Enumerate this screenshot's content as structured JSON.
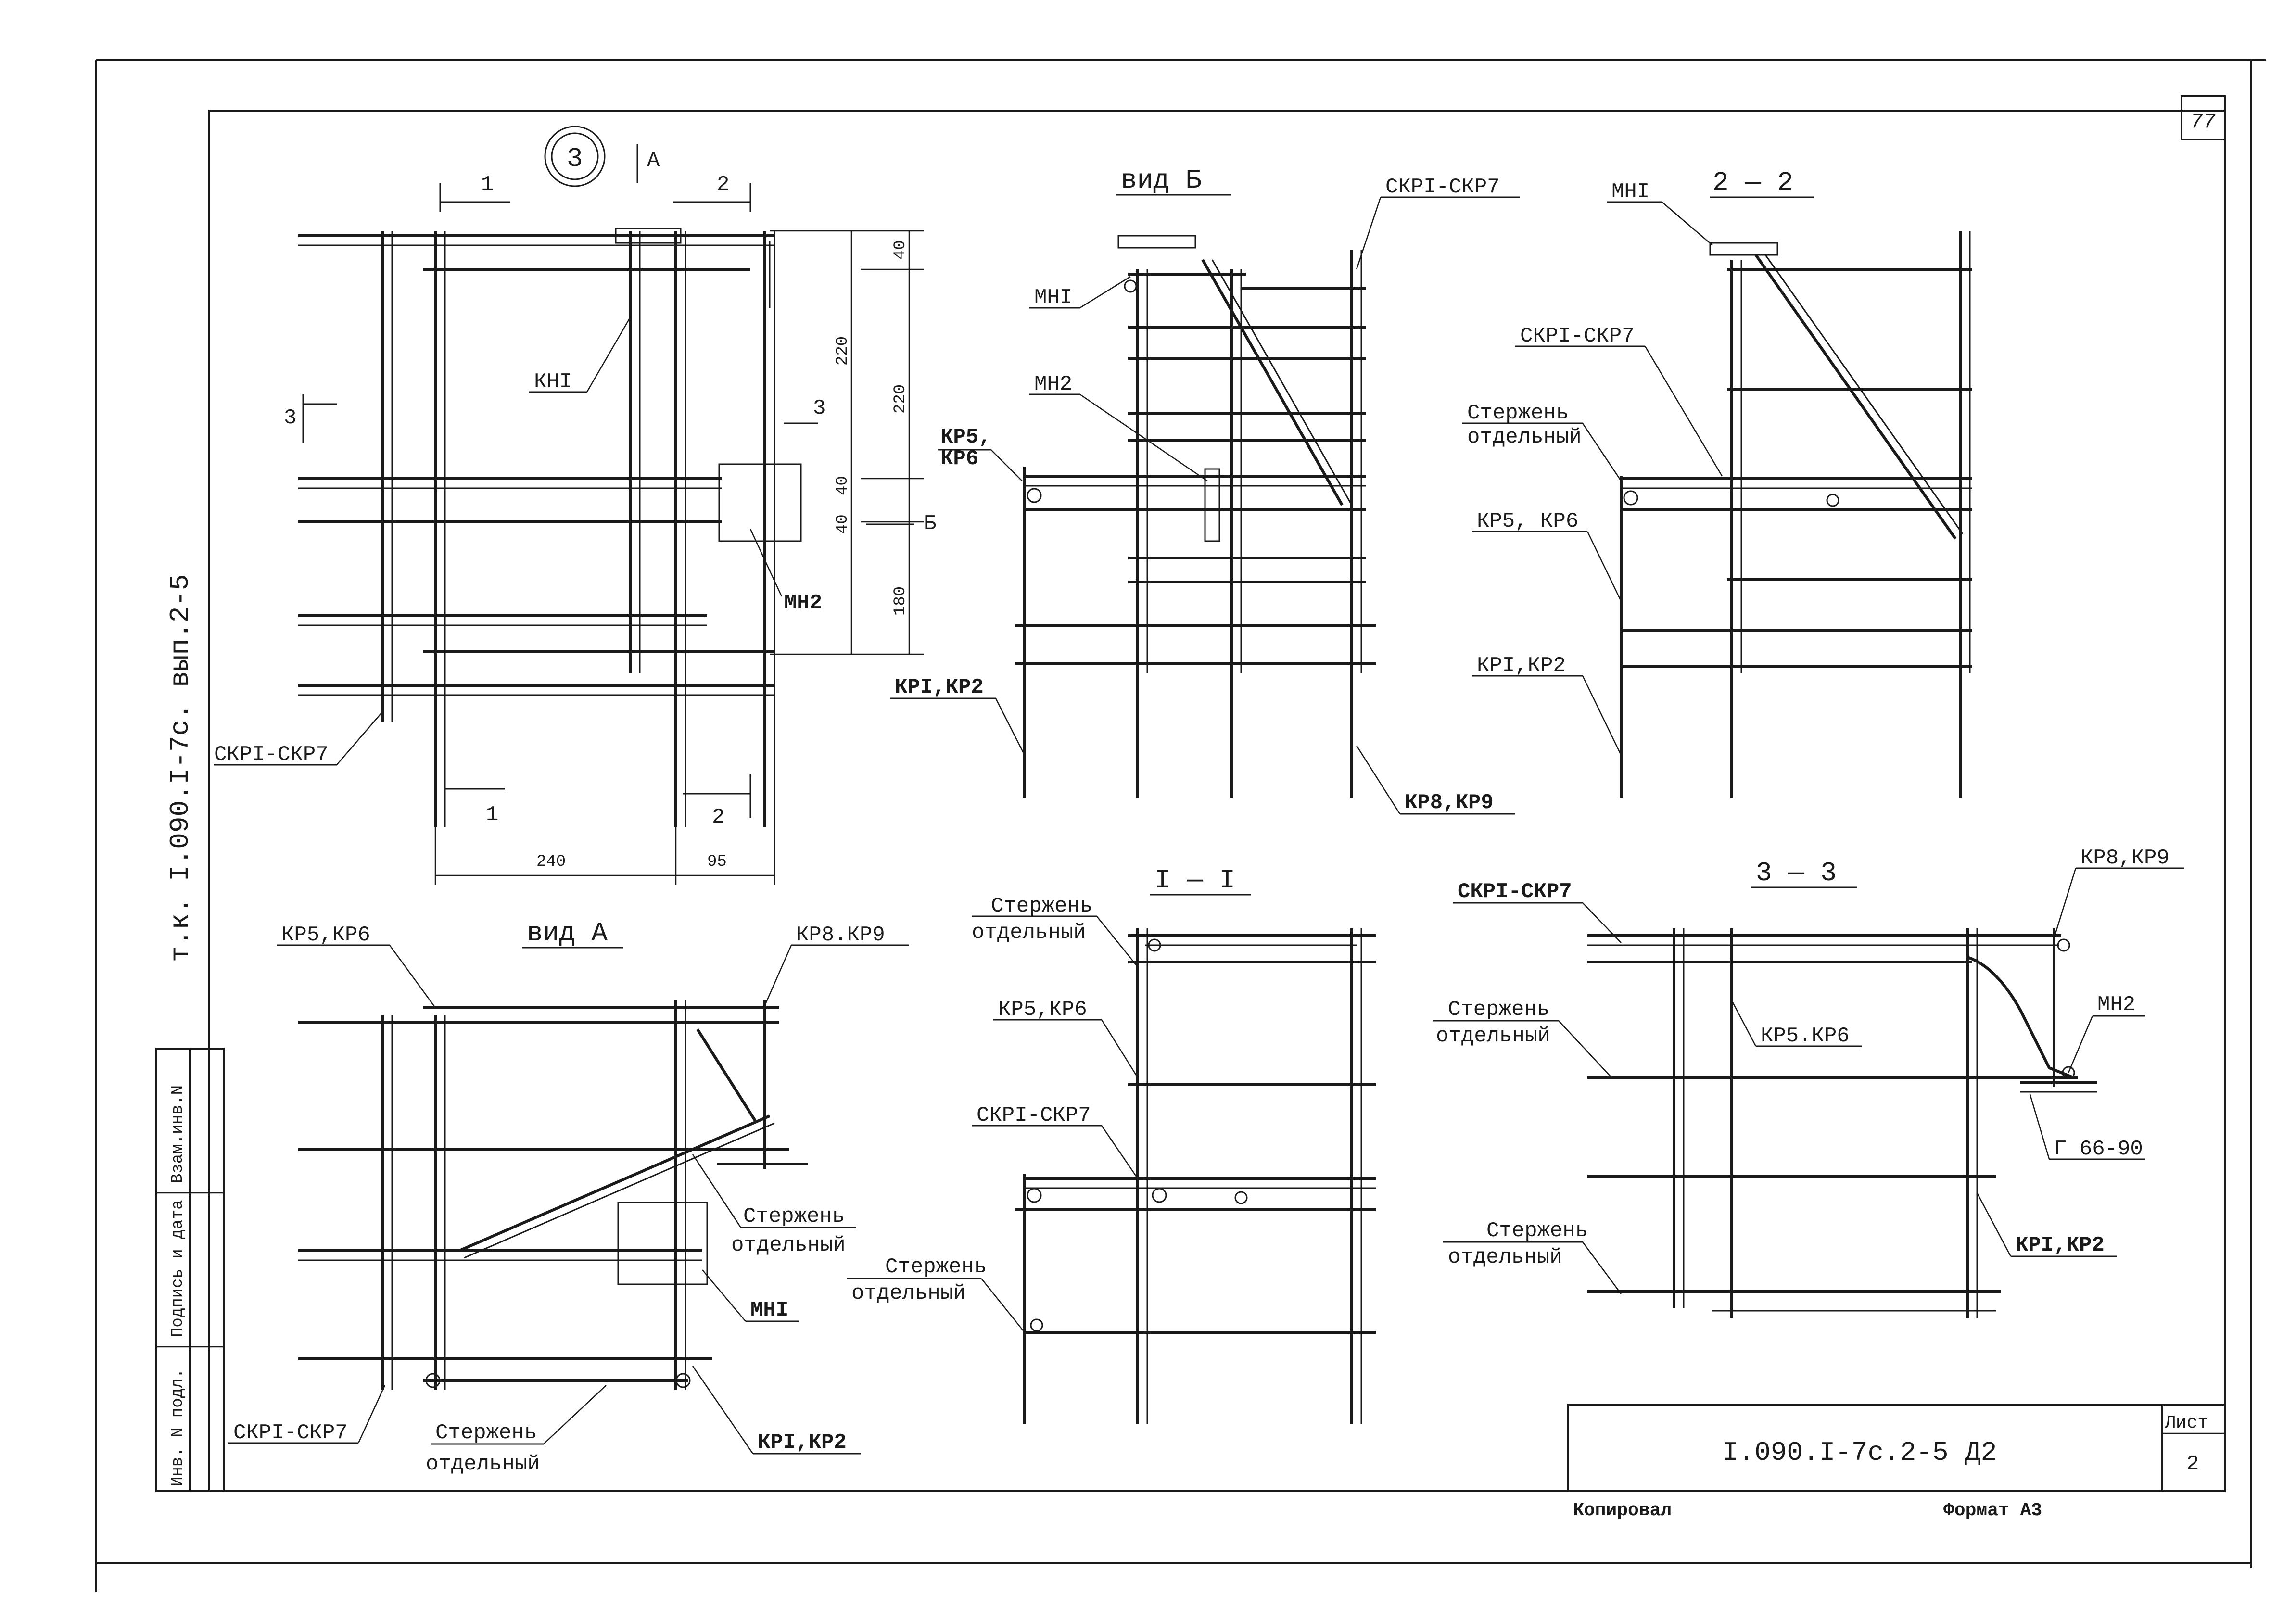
{
  "sheet": {
    "page_number": "77",
    "side_code": "т.к. I.090.I-7с. вып.2-5",
    "format_note": "Формат А3",
    "copy_note": "Копировал"
  },
  "title_block": {
    "designation": "I.090.I-7с.2-5 Д2",
    "sheet_label": "Лист",
    "sheet_number": "2"
  },
  "side_stamp": {
    "col1": "Взам.инв.N",
    "col2": "Подпись и дата",
    "col3": "Инв. N подл."
  },
  "node": {
    "number": "3",
    "cut_A": "А",
    "cut_1": "1",
    "cut_2": "2",
    "cut_3": "3",
    "cut_B": "Б",
    "labels": {
      "kn1": "КНI",
      "mn2": "МН2",
      "skr": "СКРI-СКР7"
    },
    "dims": {
      "d40a": "40",
      "d220a": "220",
      "d220b": "220",
      "d40b": "40",
      "d40c": "40",
      "d180": "180",
      "d240": "240",
      "d95": "95"
    }
  },
  "view_b": {
    "title": "вид  Б",
    "labels": {
      "skr": "СКРI-СКР7",
      "mn1": "МНI",
      "mn2": "МН2",
      "kr5": "КР5,",
      "kr6": "КР6",
      "kr12": "КРI,КР2",
      "kr89": "КР8,КР9"
    }
  },
  "section_22": {
    "title": "2 — 2",
    "labels": {
      "mn1": "МНI",
      "skr": "СКРI-СКР7",
      "rod1": "Стержень",
      "rod2": "отдельный",
      "kr56": "КР5, КР6",
      "kr12": "КРI,КР2"
    }
  },
  "view_a": {
    "title": "вид  А",
    "labels": {
      "kr56": "КР5,КР6",
      "kr89": "КР8.КР9",
      "rod1": "Стержень",
      "rod2": "отдельный",
      "mn1": "МНI",
      "skr": "СКРI-СКР7",
      "rod1b": "Стержень",
      "rod2b": "отдельный",
      "kr12": "КРI,КР2"
    }
  },
  "section_11": {
    "title": "I — I",
    "labels": {
      "rod1": "Стержень",
      "rod2": "отдельный",
      "kr56": "КР5,КР6",
      "skr": "СКРI-СКР7",
      "rod1b": "Стержень",
      "rod2b": "отдельный"
    }
  },
  "section_33": {
    "title": "3 — 3",
    "labels": {
      "skr": "СКРI-СКР7",
      "kr89": "КР8,КР9",
      "rod1": "Стержень",
      "rod2": "отдельный",
      "kr56": "КР5.КР6",
      "mn2": "МН2",
      "angle": "Г 66-90",
      "rod1b": "Стержень",
      "rod2b": "отдельный",
      "kr12": "КРI,КР2"
    }
  }
}
